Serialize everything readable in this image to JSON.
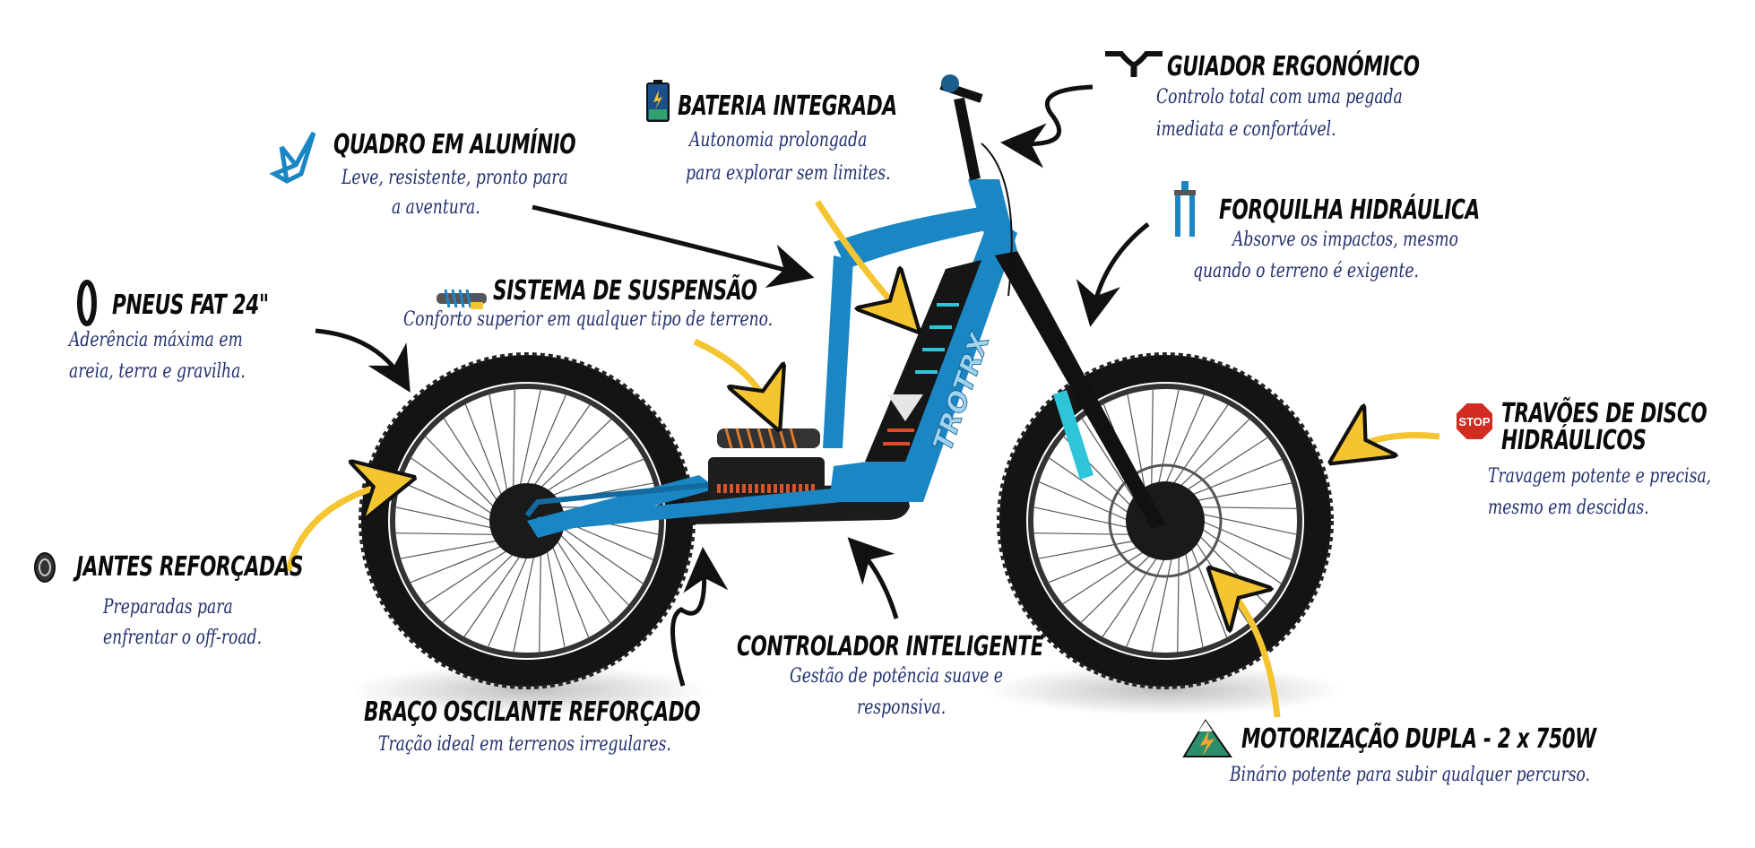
{
  "bike_brand": "TROTRX",
  "features": {
    "quadro": {
      "title": "QUADRO EM ALUMÍNIO",
      "desc": [
        "Leve, resistente, pronto para",
        "a aventura."
      ]
    },
    "bateria": {
      "title": "BATERIA INTEGRADA",
      "desc": [
        "Autonomia prolongada",
        "para explorar sem limites."
      ]
    },
    "guiador": {
      "title": "GUIADOR ERGONÓMICO",
      "desc": [
        "Controlo total com uma pegada",
        "imediata e confortável."
      ]
    },
    "forquilha": {
      "title": "FORQUILHA HIDRÁULICA",
      "desc": [
        "Absorve os impactos, mesmo",
        "quando o terreno é exigente."
      ]
    },
    "pneus": {
      "title": "PNEUS FAT 24\"",
      "desc": [
        "Aderência máxima em",
        "areia, terra e gravilha."
      ]
    },
    "suspensao": {
      "title": "SISTEMA DE SUSPENSÃO",
      "desc": [
        "Conforto superior em qualquer tipo de terreno."
      ]
    },
    "travoes": {
      "title": [
        "TRAVÕES DE DISCO",
        "HIDRÁULICOS"
      ],
      "desc": [
        "Travagem potente e precisa,",
        "mesmo em descidas."
      ],
      "icon_text": "STOP"
    },
    "jantes": {
      "title": "JANTES REFORÇADAS",
      "desc": [
        "Preparadas para",
        "enfrentar o off-road."
      ]
    },
    "braco": {
      "title": "BRAÇO OSCILANTE REFORÇADO",
      "desc": [
        "Tração ideal em terrenos irregulares."
      ]
    },
    "controlador": {
      "title": "CONTROLADOR INTELIGENTE",
      "desc": [
        "Gestão de potência suave e",
        "responsiva."
      ]
    },
    "motorizacao": {
      "title": "MOTORIZAÇÃO DUPLA - 2 x 750W",
      "desc": [
        "Binário potente para subir qualquer percurso."
      ]
    }
  },
  "colors": {
    "frame": "#1b86c4",
    "title": "#0a0a0a",
    "desc": "#22306e",
    "arrow_yellow": "#f5c531",
    "arrow_black": "#111111"
  }
}
